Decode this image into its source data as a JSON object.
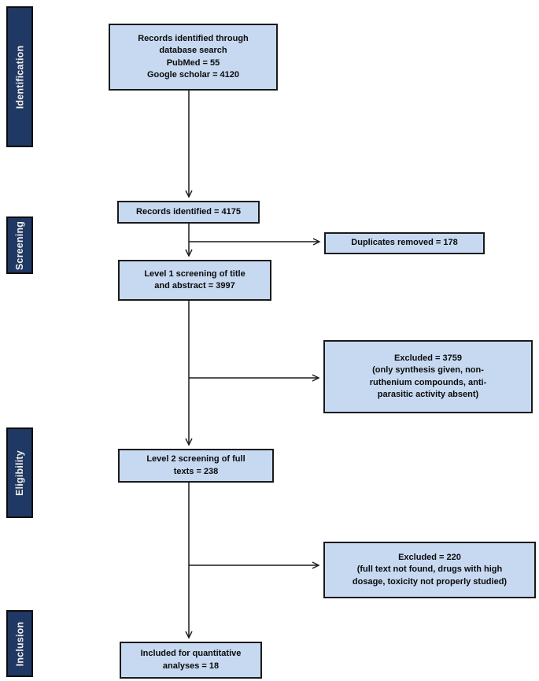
{
  "diagram": {
    "type": "prisma-flowchart",
    "stages": {
      "identification": "Identification",
      "screening": "Screening",
      "eligibility": "Eligibility",
      "inclusion": "Inclusion"
    },
    "boxes": {
      "records_db": "Records identified through\ndatabase search\nPubMed = 55\nGoogle scholar = 4120",
      "records_identified": "Records identified = 4175",
      "duplicates_removed": "Duplicates removed = 178",
      "level1_screening": "Level 1 screening of title\nand abstract = 3997",
      "excluded_level1": "Excluded = 3759\n(only synthesis given, non-\nruthenium compounds, anti-\nparasitic activity absent)",
      "level2_screening": "Level 2 screening of full\ntexts = 238",
      "excluded_level2": "Excluded = 220\n(full text not found, drugs with high\ndosage, toxicity not properly studied)",
      "included": "Included for quantitative\nanalyses = 18"
    },
    "counts": {
      "pubmed": 55,
      "google_scholar": 4120,
      "records_identified": 4175,
      "duplicates_removed": 178,
      "level1_screened": 3997,
      "excluded_level1": 3759,
      "level2_screened": 238,
      "excluded_level2": 220,
      "included": 18
    },
    "colors": {
      "box_fill": "#c6d9f1",
      "box_border": "#1a1a1a",
      "stage_fill": "#1f3864",
      "stage_text": "#f2efe8",
      "arrow": "#1a1a1a"
    }
  }
}
